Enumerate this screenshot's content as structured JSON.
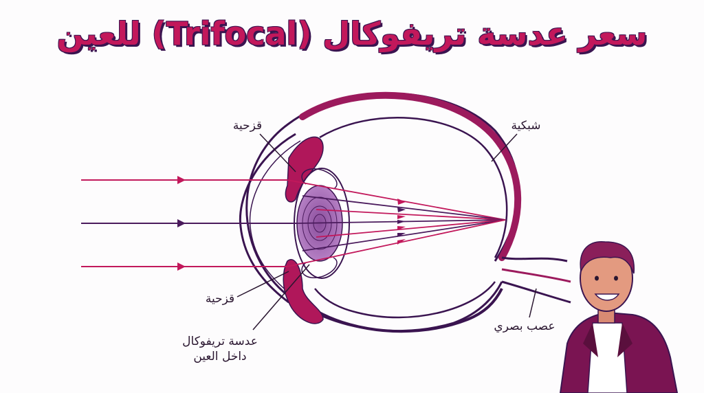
{
  "title": "سعر عدسة تريفوكال (Trifocal) للعين",
  "labels": {
    "iris_top": "قزحية",
    "iris_bottom": "قزحية",
    "retina": "شبكية",
    "optic_nerve": "عصب بصري",
    "trifocal_lens_line1": "عدسة تريفوكال",
    "trifocal_lens_line2": "داخل العين"
  },
  "colors": {
    "brand": "#c2185b",
    "dark": "#3a1450",
    "accent": "#9c1a5d",
    "ray_pink": "#c2185b",
    "ray_purple": "#4a1a5c"
  }
}
